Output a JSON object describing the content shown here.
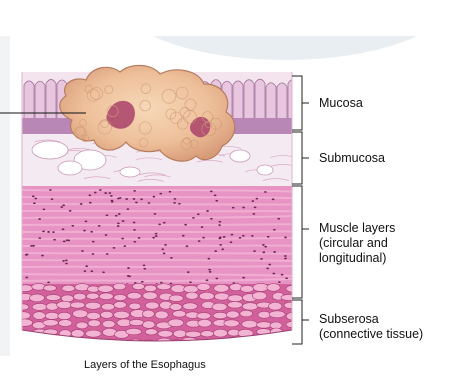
{
  "labels": {
    "mucosa": "Mucosa",
    "submucosa": "Submucosa",
    "muscle_line1": "Muscle layers",
    "muscle_line2": "(circular and",
    "muscle_line3": "longitudinal)",
    "subserosa_line1": "Subserosa",
    "subserosa_line2": "(connective tissue)"
  },
  "caption": "Layers of the Esophagus",
  "colors": {
    "mucosa_folds": "#e8c6df",
    "mucosa_base": "#b987b5",
    "submucosa": "#f2e6ef",
    "muscle": "#e48fc0",
    "muscle_streak": "#f2b6d6",
    "nuclei": "#6a2a55",
    "subserosa": "#d9649e",
    "tumor": "#f1c7a0",
    "tumor_core": "#a9426a",
    "bracket": "#222222"
  }
}
